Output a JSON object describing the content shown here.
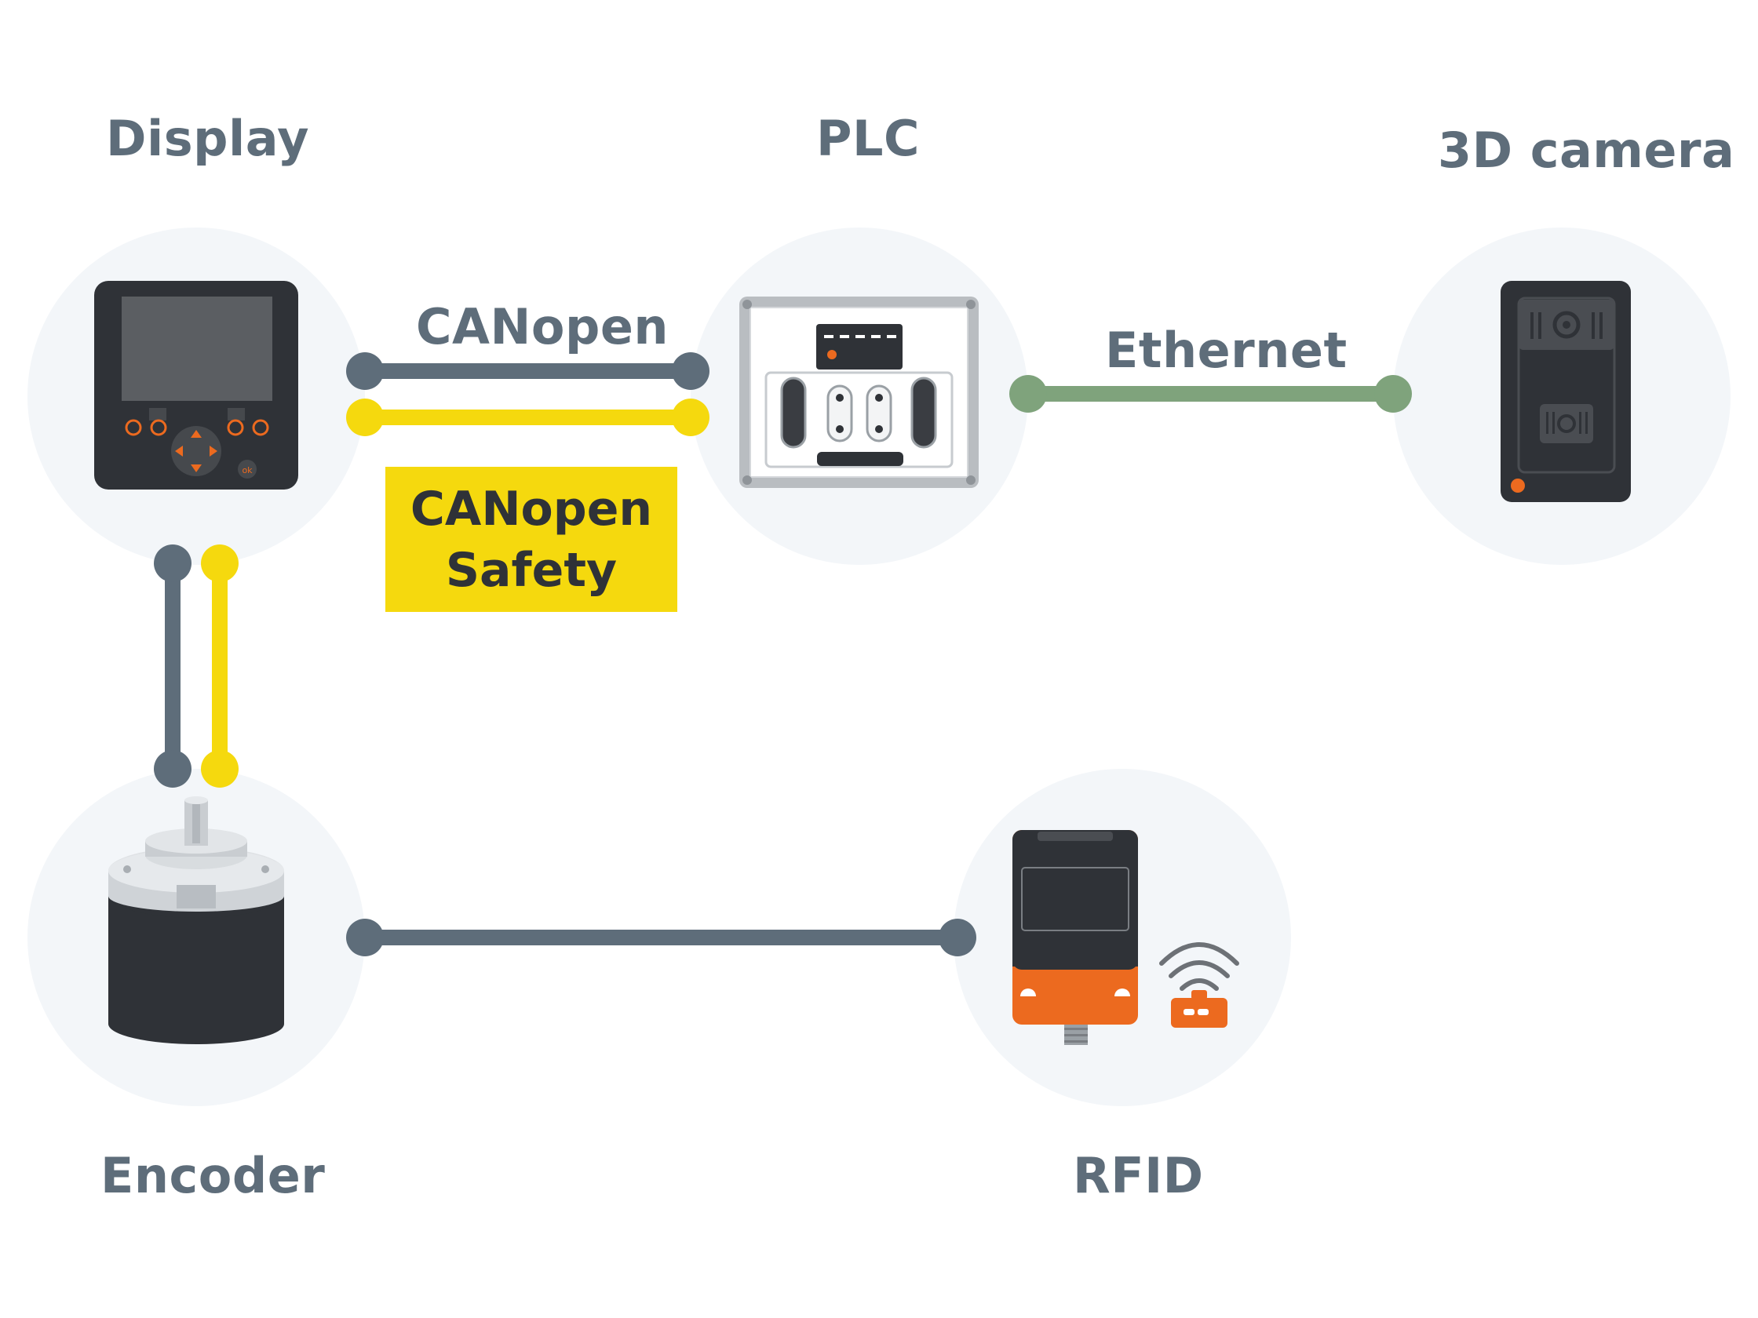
{
  "nodes": {
    "display": "Display",
    "plc": "PLC",
    "camera": "3D camera",
    "encoder": "Encoder",
    "rfid": "RFID"
  },
  "links": {
    "canopen": "CANopen",
    "ethernet": "Ethernet",
    "safety_line1": "CANopen",
    "safety_line2": "Safety"
  },
  "colors": {
    "canopen": "#5e6d7a",
    "canopen_safety": "#f5d90e",
    "ethernet": "#7fa37c",
    "device_dark": "#2f3237",
    "accent_orange": "#ec6a1f",
    "node_circle": "#f3f6f9"
  },
  "device_text": {
    "ok_key": "ok"
  }
}
